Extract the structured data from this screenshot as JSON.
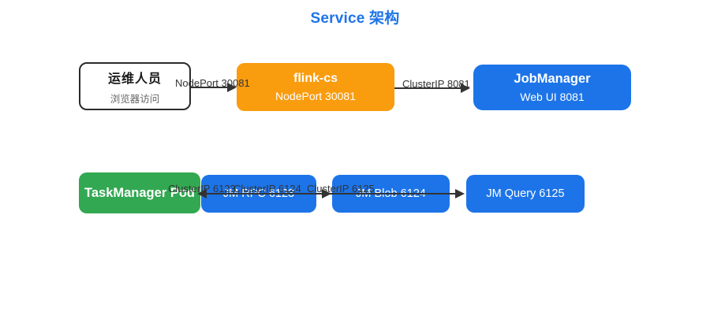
{
  "title": "Service 架构",
  "colors": {
    "title_blue": "#1d74e8",
    "node_blue": "#1d74e8",
    "node_orange": "#f99c0e",
    "node_green": "#33a852",
    "edge_dark": "#333333",
    "ops_border": "#2b2b2b",
    "ops_subtitle_gray": "#666666"
  },
  "nodes": {
    "ops": {
      "title": "运维人员",
      "subtitle": "浏览器访问"
    },
    "flink_cs": {
      "title": "flink-cs",
      "subtitle": "NodePort 30081"
    },
    "jobmanager": {
      "title": "JobManager",
      "subtitle": "Web UI 8081"
    },
    "taskmanager": {
      "title": "TaskManager Pod"
    },
    "jm_rpc": {
      "title": "JM RPC 6123"
    },
    "jm_blob": {
      "title": "JM Blob 6124"
    },
    "jm_query": {
      "title": "JM Query 6125"
    }
  },
  "edges": [
    {
      "from": "运维人员",
      "to": "flink-cs",
      "label": "NodePort 30081"
    },
    {
      "from": "flink-cs",
      "to": "JobManager",
      "label": "ClusterIP 8081"
    },
    {
      "from": "JM RPC 6123",
      "to": "TaskManager Pod",
      "label": "ClusterIP 6123"
    },
    {
      "from": "TaskManager Pod",
      "to": "JM Blob 6124",
      "label": "ClusterIP 6124"
    },
    {
      "from": "TaskManager Pod",
      "to": "JM Query 6125",
      "label": "ClusterIP 6125"
    }
  ]
}
